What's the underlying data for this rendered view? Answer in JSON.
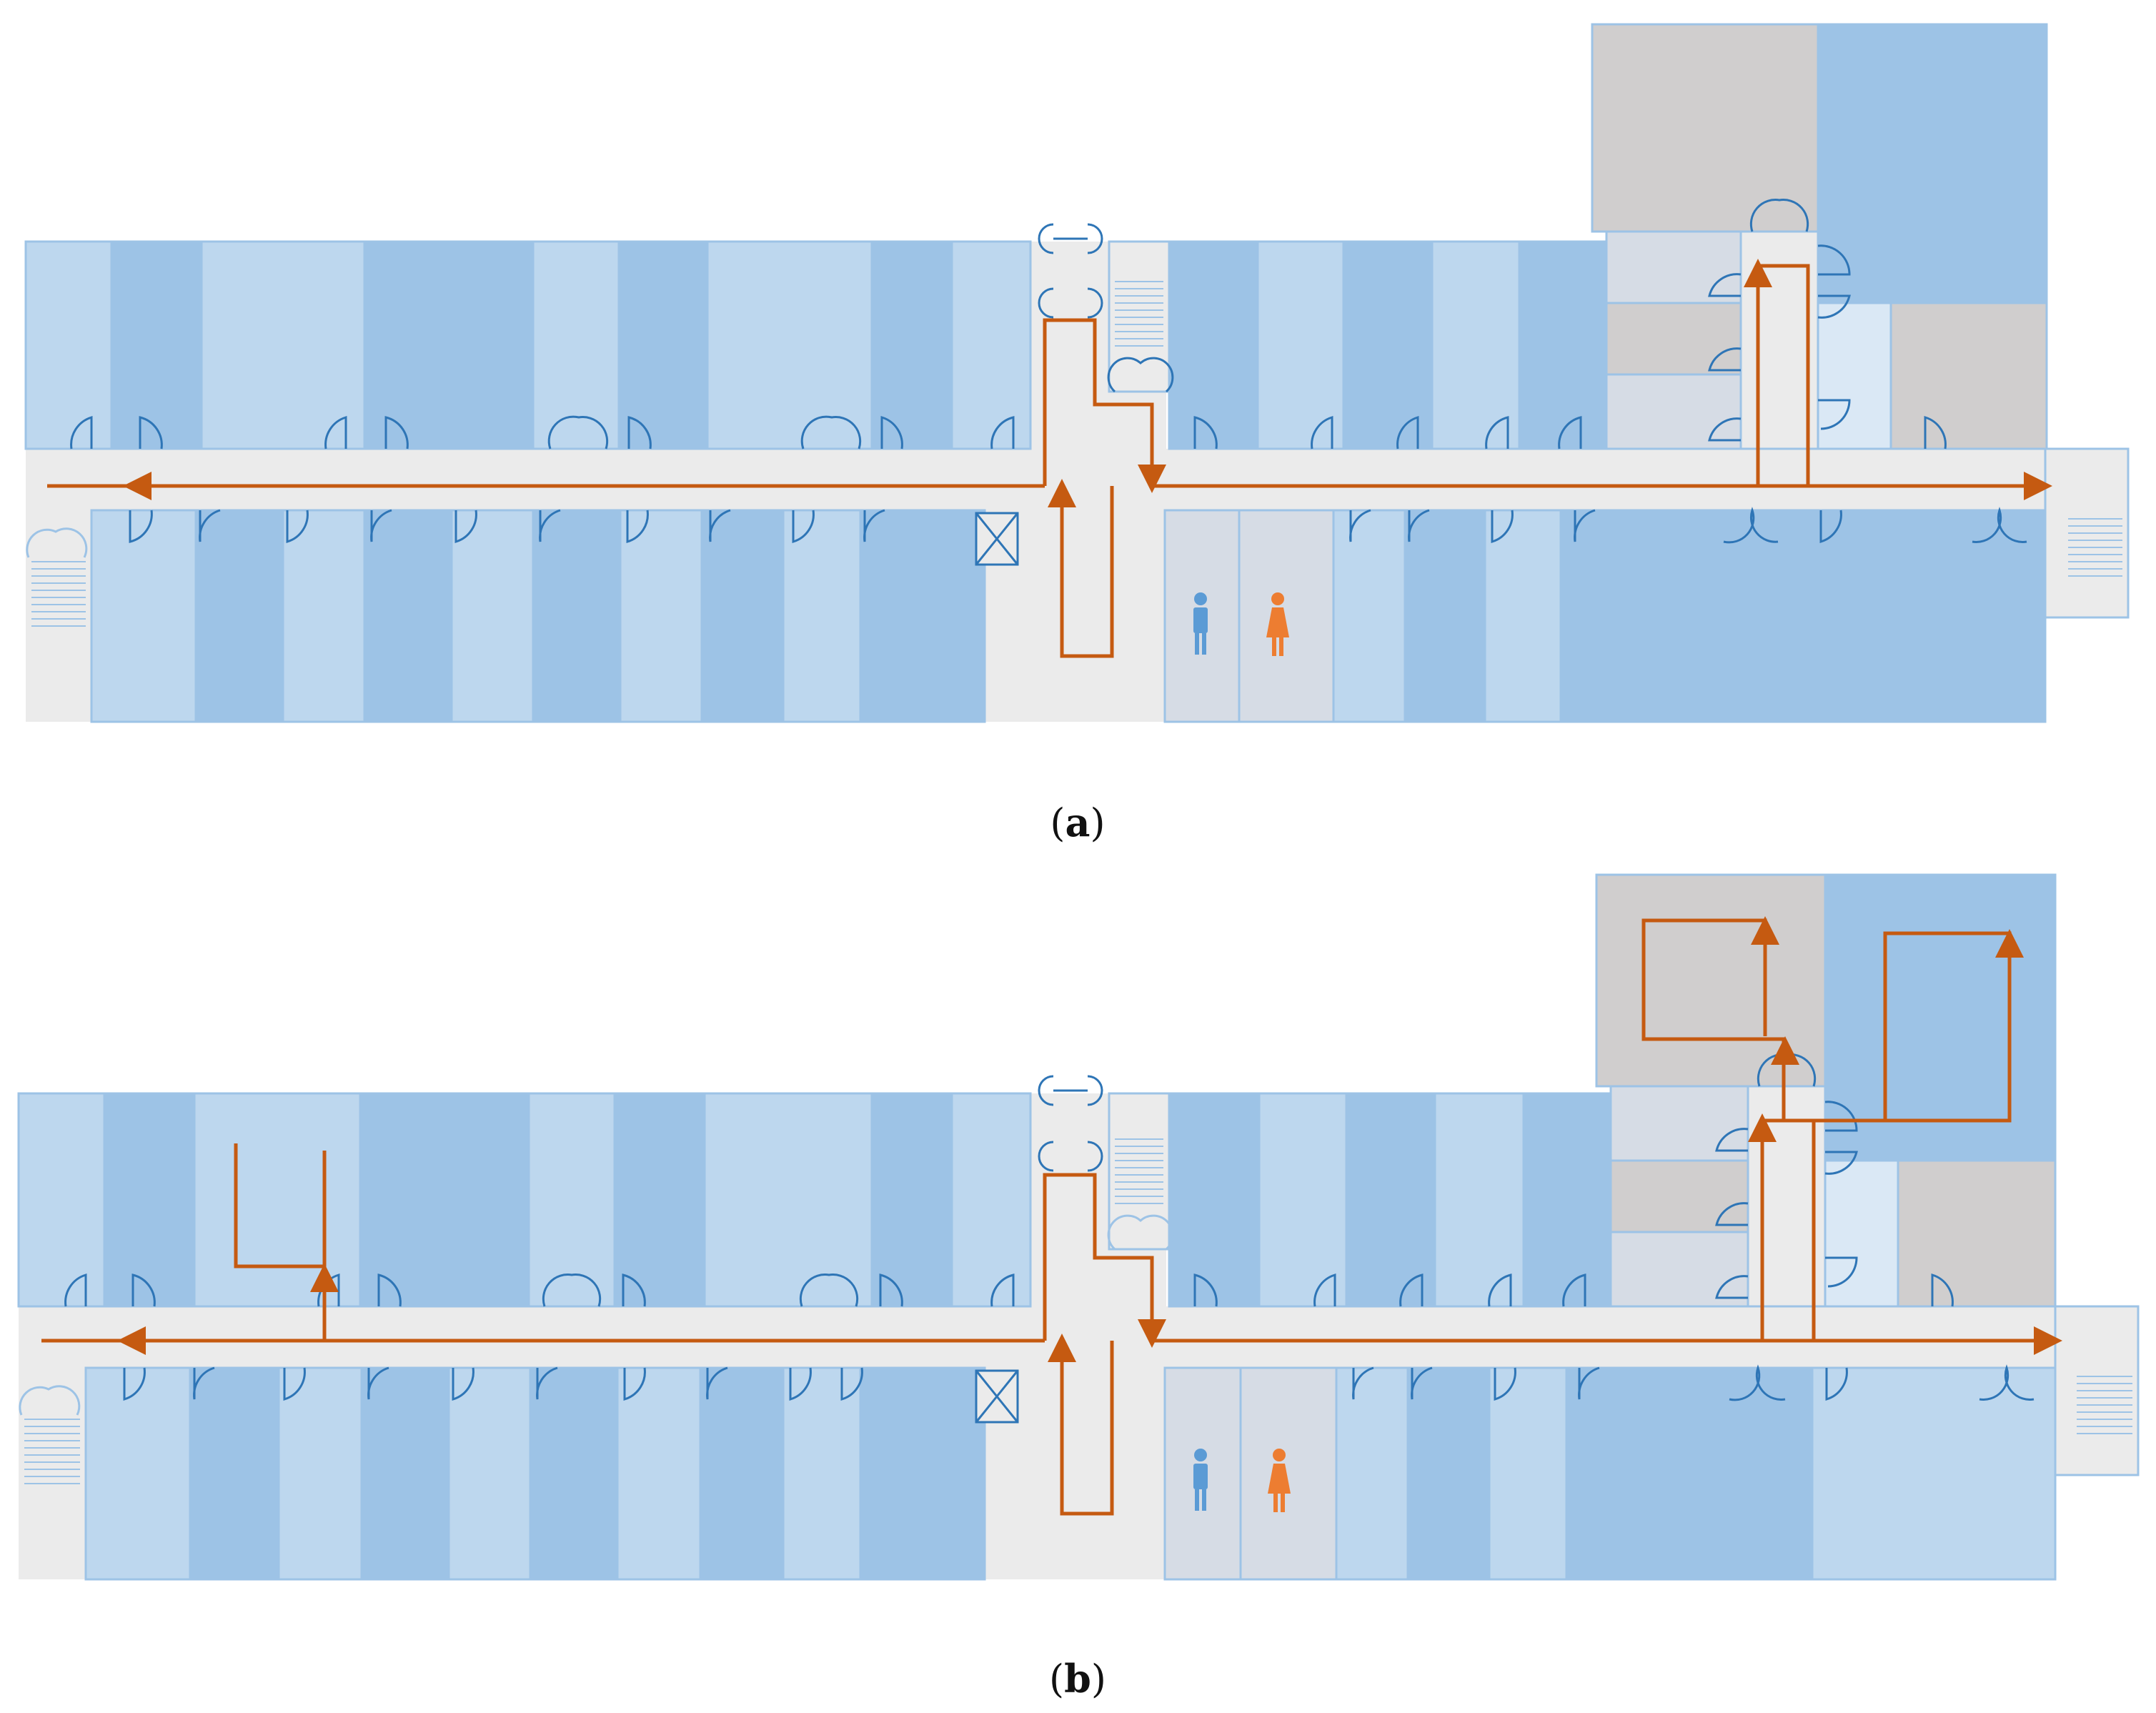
{
  "figure": {
    "panels": [
      {
        "id": "a",
        "caption_prefix": "(",
        "caption_letter": "a",
        "caption_suffix": ")"
      },
      {
        "id": "b",
        "caption_prefix": "(",
        "caption_letter": "b",
        "caption_suffix": ")"
      }
    ]
  },
  "legend_icons": {
    "male": "male-restroom-icon",
    "female": "female-restroom-icon",
    "elevator": "elevator-icon",
    "stairs": "staircase-icon",
    "door": "door-swing-icon"
  },
  "colors": {
    "corridor": "#ebebeb",
    "room_light": "#bdd7ee",
    "room_mid": "#9dc3e6",
    "room_pale": "#dae8f5",
    "room_grey": "#d0cece",
    "service": "#d6dce5",
    "outline": "#9dc3e6",
    "door": "#2e75b6",
    "path": "#c55a11",
    "male": "#5b9bd5",
    "female": "#ed7d31"
  }
}
